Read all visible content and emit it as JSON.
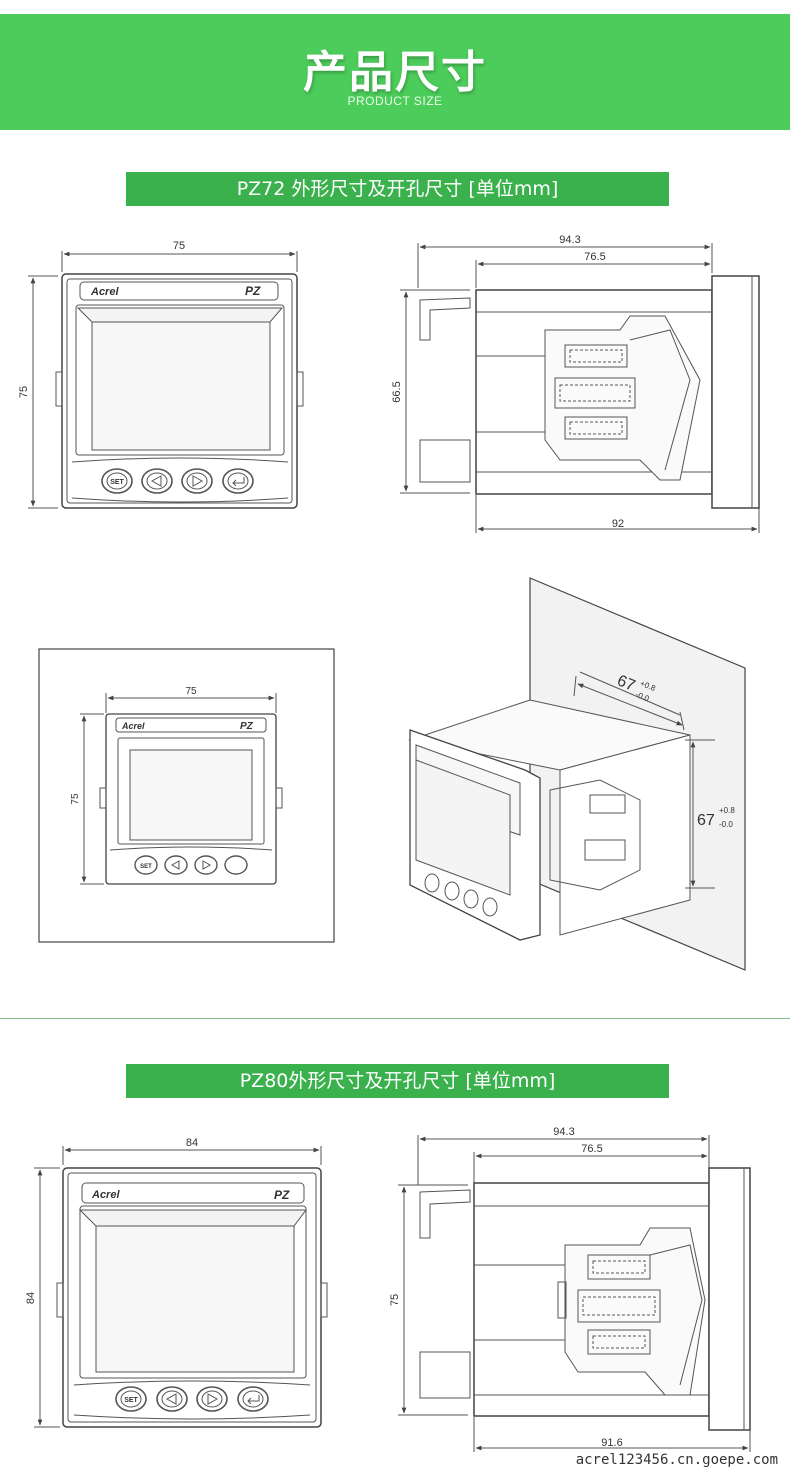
{
  "header": {
    "title": "产品尺寸",
    "subtitle": "PRODUCT SIZE"
  },
  "sections": [
    {
      "title": "PZ72 外形尺寸及开孔尺寸  [单位mm]"
    },
    {
      "title": "PZ80外形尺寸及开孔尺寸  [单位mm]"
    }
  ],
  "device": {
    "brand": "Acrel",
    "model": "PZ",
    "set_label": "SET"
  },
  "pz72": {
    "front_width": "75",
    "front_height": "75",
    "side_total": "94.3",
    "side_body": "76.5",
    "side_height": "66.5",
    "side_bottom": "92",
    "mount_width": "75",
    "mount_height": "75",
    "cutout_w_base": "67",
    "cutout_w_tol_plus": "+0.8",
    "cutout_w_tol_minus": "-0.0",
    "cutout_h_base": "67",
    "cutout_h_tol_plus": "+0.8",
    "cutout_h_tol_minus": "-0.0"
  },
  "pz80": {
    "front_width": "84",
    "front_height": "84",
    "side_total": "94.3",
    "side_body": "76.5",
    "side_height": "75",
    "side_bottom": "91.6"
  },
  "watermark": "acrel123456.cn.goepe.com"
}
